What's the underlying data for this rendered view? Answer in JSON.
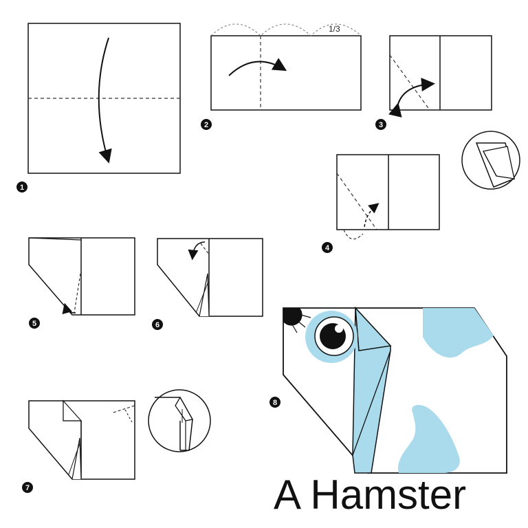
{
  "title": "A Hamster",
  "steps": [
    {
      "number": "1"
    },
    {
      "number": "2",
      "annotation": "1/3"
    },
    {
      "number": "3"
    },
    {
      "number": "4"
    },
    {
      "number": "5"
    },
    {
      "number": "6"
    },
    {
      "number": "7"
    },
    {
      "number": "8"
    }
  ],
  "colors": {
    "line": "#111111",
    "fold_line": "#333333",
    "accent_blue": "#a9dbec",
    "badge": "#111111",
    "eye_ring": "#a9dbec",
    "pupil": "#111111"
  }
}
